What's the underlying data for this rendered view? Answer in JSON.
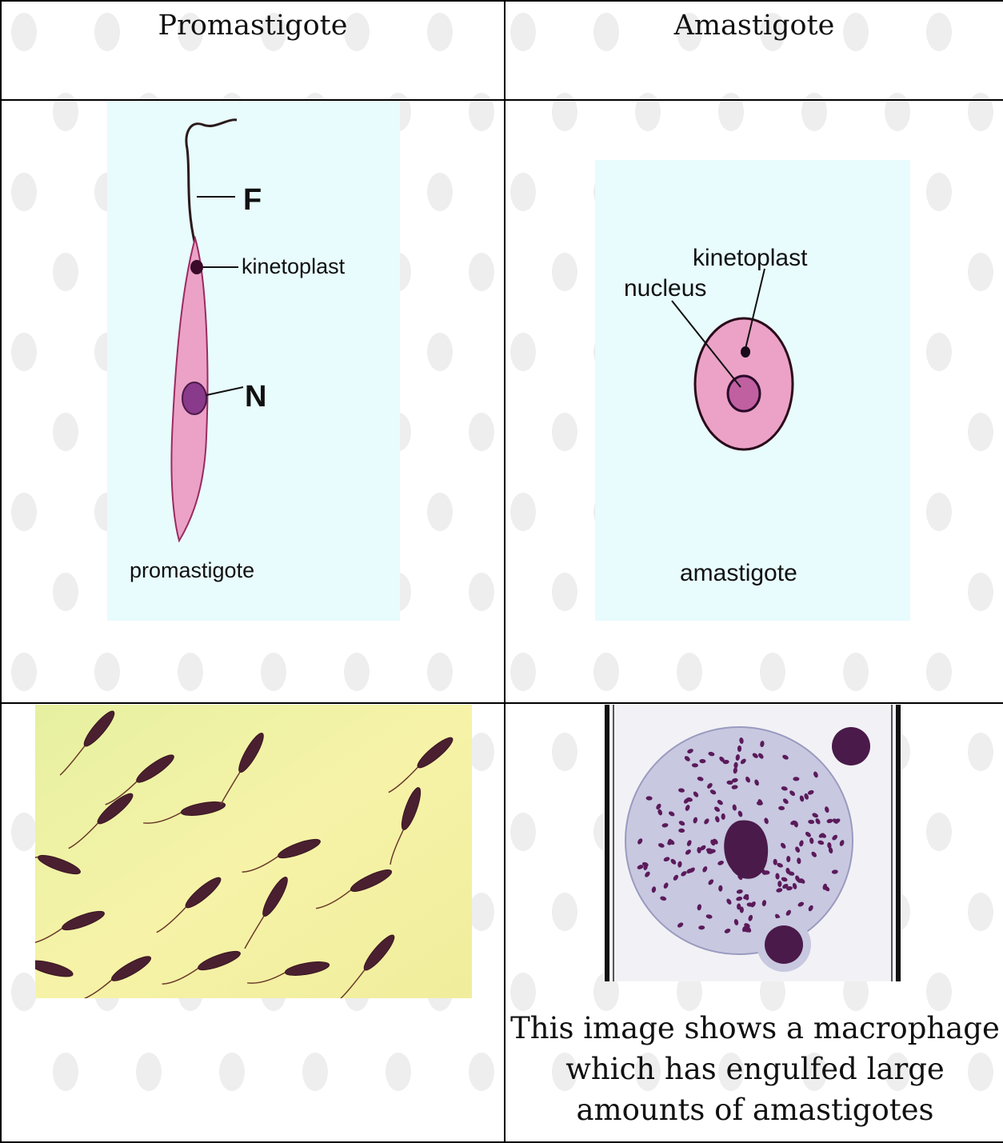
{
  "table": {
    "headers": [
      "Promastigote",
      "Amastigote"
    ]
  },
  "promastigote_diagram": {
    "labels": {
      "flagellum": "F",
      "kinetoplast": "kinetoplast",
      "nucleus": "N",
      "caption": "promastigote"
    }
  },
  "amastigote_diagram": {
    "labels": {
      "kinetoplast": "kinetoplast",
      "nucleus": "nucleus",
      "caption": "amastigote"
    }
  },
  "micrograph_caption": "This image shows a macrophage which has engulfed large amounts of amastigotes",
  "colors": {
    "diagram_bg": "#e8fbfd",
    "cell_pink": "#eba2c6",
    "micrograph_yellow": "#f4f2a4",
    "stain_purple": "#6a2a6e"
  }
}
